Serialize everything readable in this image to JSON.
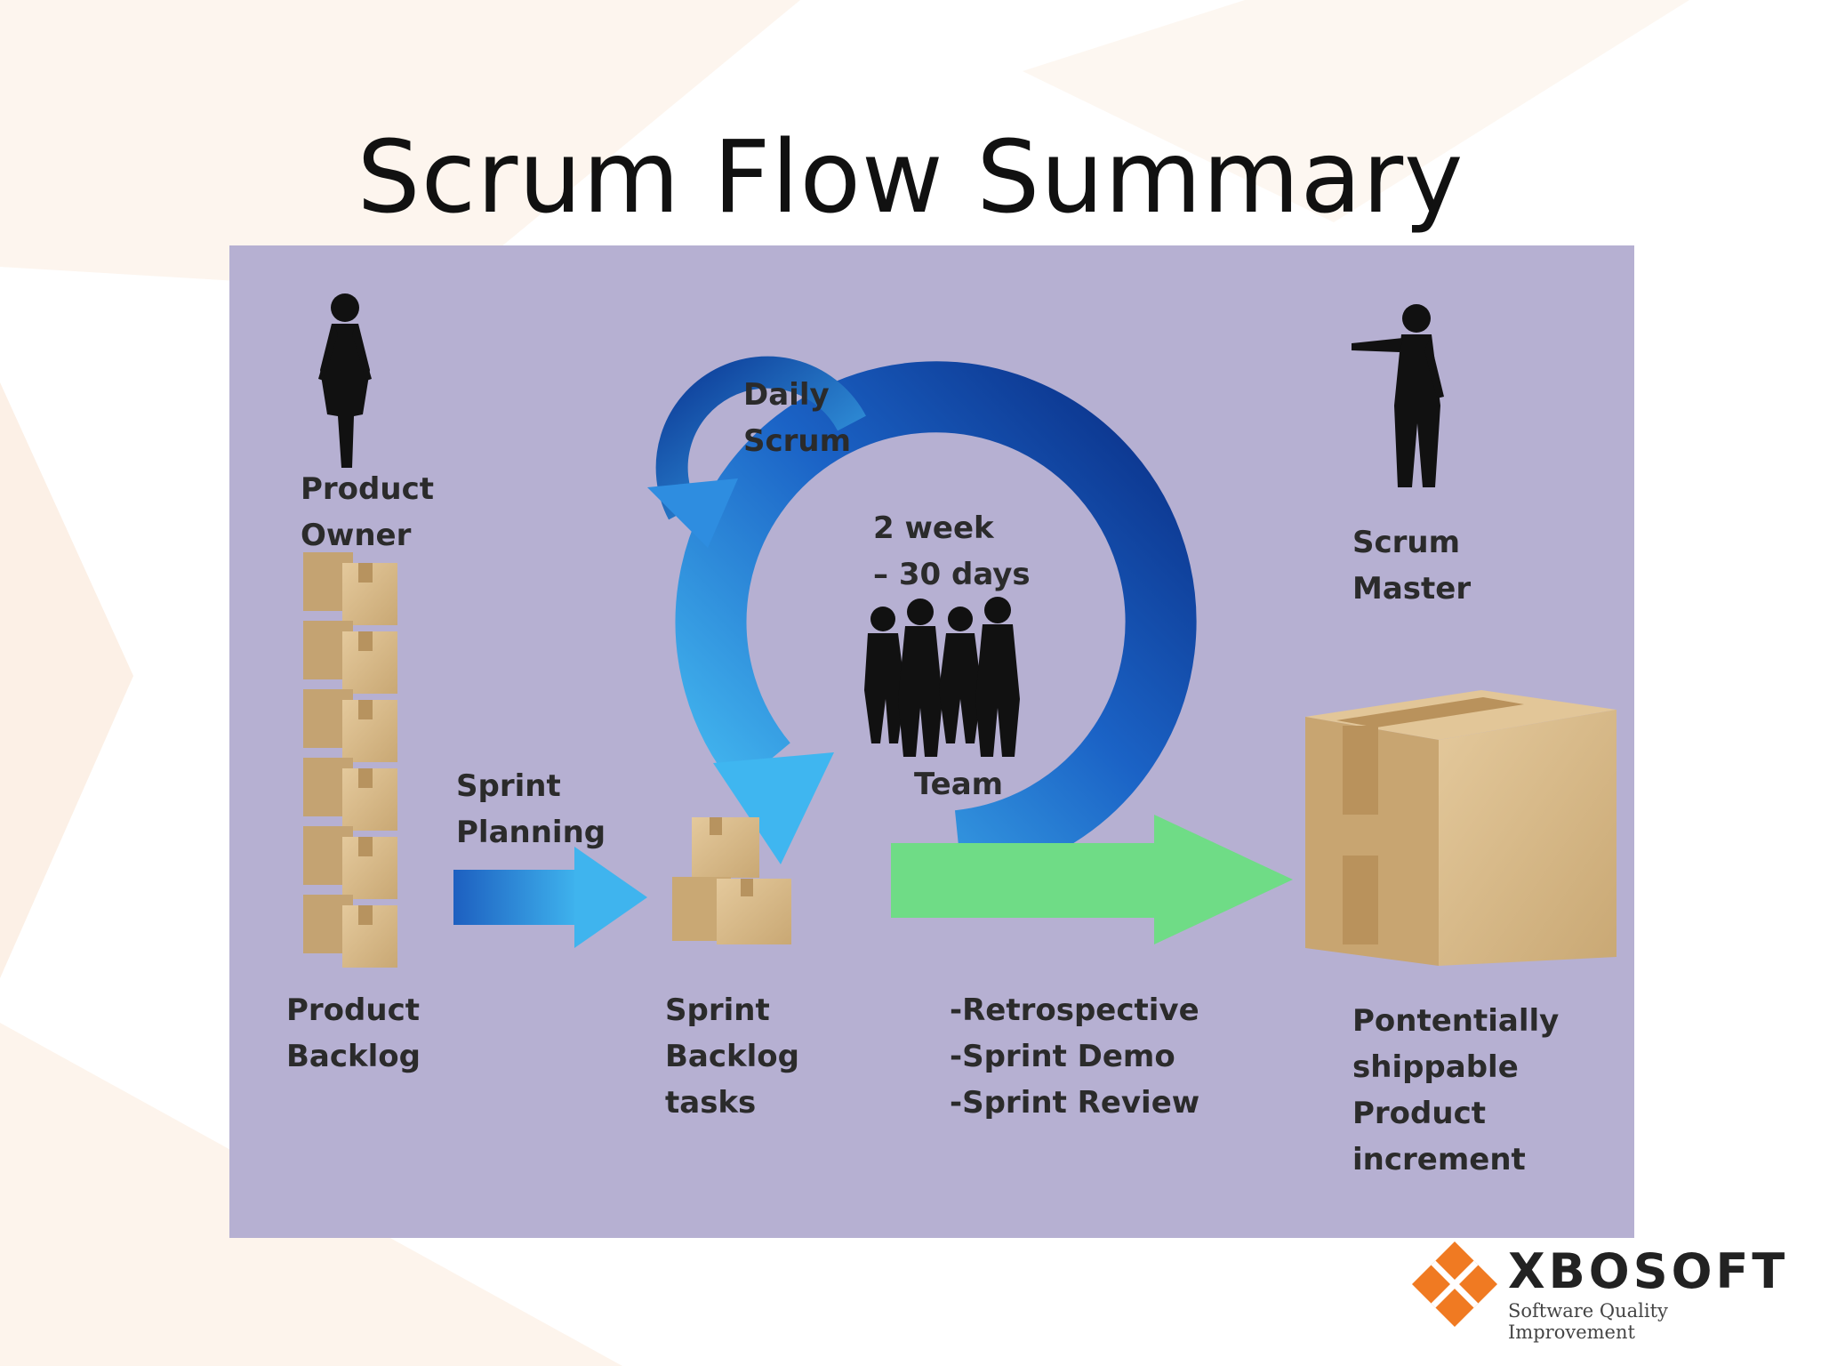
{
  "slide": {
    "title": "Scrum Flow Summary"
  },
  "diagram": {
    "product_owner": "Product\nOwner",
    "scrum_master": "Scrum\nMaster",
    "daily_scrum": "Daily\nScrum",
    "sprint_length": "2 week\n– 30 days",
    "team": "Team",
    "sprint_planning": "Sprint\nPlanning",
    "product_backlog": "Product\nBacklog",
    "sprint_backlog": "Sprint\nBacklog\ntasks",
    "ceremonies": "-Retrospective\n-Sprint Demo\n-Sprint Review",
    "increment": "Pontentially\nshippable\nProduct\n increment"
  },
  "logo": {
    "name": "XBOSOFT",
    "tagline": "Software Quality Improvement"
  },
  "colors": {
    "panel": "#b6b0d2",
    "cycle_dark": "#0a3590",
    "cycle_light": "#3fb6f0",
    "output_arrow": "#6fdc86",
    "box": "#d8b98a",
    "logo_orange": "#f07a22"
  }
}
